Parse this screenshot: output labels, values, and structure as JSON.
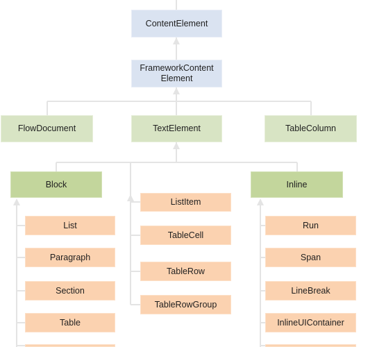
{
  "diagram": {
    "nodes": {
      "content_element": "ContentElement",
      "framework_content_element": "FrameworkContent\nElement",
      "flow_document": "FlowDocument",
      "text_element": "TextElement",
      "table_column": "TableColumn",
      "block": "Block",
      "inline": "Inline",
      "list_item": "ListItem",
      "table_cell": "TableCell",
      "table_row": "TableRow",
      "table_row_group": "TableRowGroup",
      "list": "List",
      "paragraph": "Paragraph",
      "section": "Section",
      "table": "Table",
      "run": "Run",
      "span": "Span",
      "line_break": "LineBreak",
      "inline_ui_container": "InlineUIContainer"
    },
    "colors": {
      "blue": "#dae3f1",
      "light_green": "#d8e4c4",
      "green": "#c3d69c",
      "orange": "#fbd2b0",
      "connector": "#e4e4e4"
    }
  }
}
